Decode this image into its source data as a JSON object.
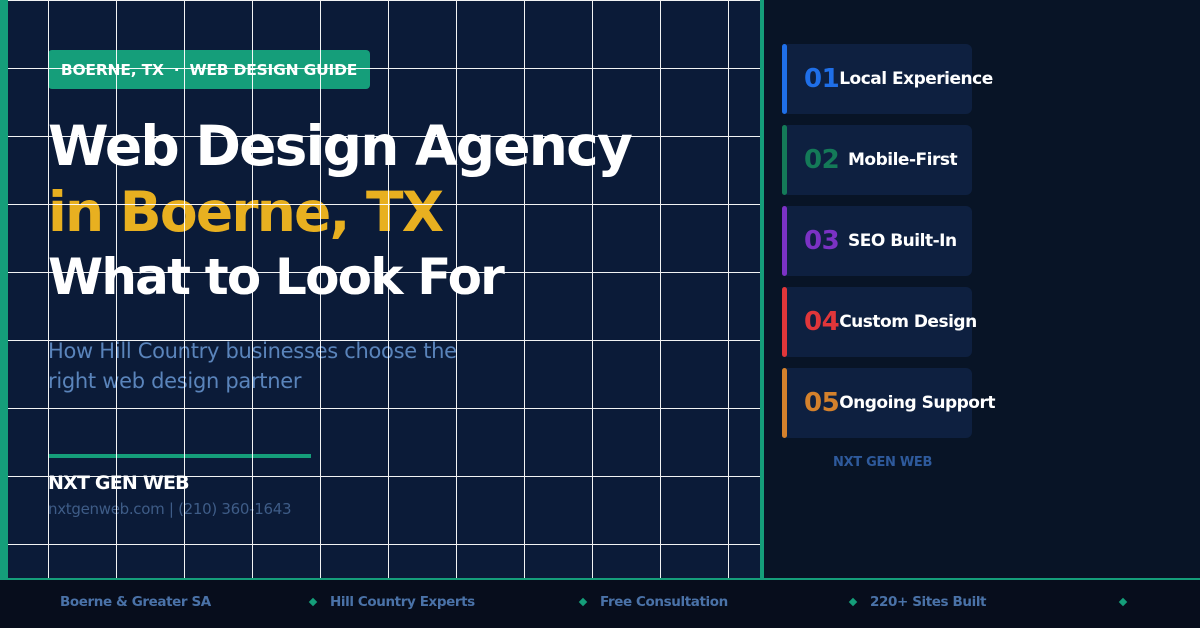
{
  "tag": {
    "location": "BOERNE, TX",
    "separator": "·",
    "topic": "WEB DESIGN GUIDE"
  },
  "headline": {
    "line1": "Web Design Agency",
    "line2": "in Boerne, TX",
    "line3": "What to Look For"
  },
  "subtitle": "How Hill Country businesses choose the right web design partner",
  "brand": {
    "name": "NXT GEN WEB",
    "contact": "nxtgenweb.com  |  (210) 360-1643"
  },
  "cards": [
    {
      "number": "01",
      "label": "Local Experience",
      "color": "#1f6fe8"
    },
    {
      "number": "02",
      "label": "Mobile-First",
      "color": "#147a58"
    },
    {
      "number": "03",
      "label": "SEO Built-In",
      "color": "#7b32c4"
    },
    {
      "number": "04",
      "label": "Custom Design",
      "color": "#e0363a"
    },
    {
      "number": "05",
      "label": "Ongoing Support",
      "color": "#d4812c"
    }
  ],
  "right_brand": "NXT GEN WEB",
  "footer": {
    "items": [
      "Boerne & Greater SA",
      "Hill Country Experts",
      "Free Consultation",
      "220+ Sites Built"
    ]
  },
  "colors": {
    "accent_green": "#159e7a",
    "gold": "#e8b020",
    "panel_bg": "#0b1b38",
    "dark_bg": "#081426"
  }
}
